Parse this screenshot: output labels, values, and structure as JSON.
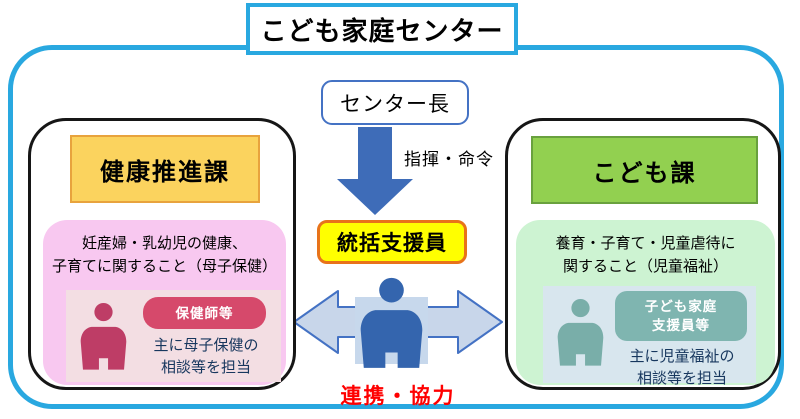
{
  "title": "こども家庭センター",
  "director": {
    "label": "センター長"
  },
  "command_label": "指揮・命令",
  "coordinator": {
    "label": "統括支援員"
  },
  "cooperation_label": "連携・協力",
  "left_panel": {
    "department": "健康推進課",
    "duty_line1": "妊産婦・乳幼児の健康、",
    "duty_line2": "子育てに関すること（母子保健）",
    "badge": "保健師等",
    "role_line1": "主に母子保健の",
    "role_line2": "相談等を担当"
  },
  "right_panel": {
    "department": "こども課",
    "duty_line1": "養育・子育て・児童虐待に",
    "duty_line2": "関すること（児童福祉）",
    "badge_line1": "子ども家庭",
    "badge_line2": "支援員等",
    "role_line1": "主に児童福祉の",
    "role_line2": "相談等を担当"
  },
  "colors": {
    "frame_blue": "#29A8E0",
    "arrow_blue": "#3E6CB8",
    "double_arrow_fill": "#C8D6EA",
    "double_arrow_stroke": "#4472C4",
    "coordinator_bg": "#FFFF00",
    "coordinator_border": "#E8731A",
    "left_dept_bg": "#FBD35E",
    "left_dept_border": "#E8A33D",
    "right_dept_bg": "#92D050",
    "right_dept_border": "#69A13E",
    "left_duty_bg": "#F8C8F0",
    "right_duty_bg": "#CDF3D2",
    "left_badge_bg": "#D6496B",
    "right_badge_bg": "#7FB5B0",
    "left_person": "#BE3D66",
    "right_person": "#79AEA9",
    "center_person": "#3465AE",
    "role_text": "#17375E",
    "cooperation_red": "#FF0000"
  }
}
